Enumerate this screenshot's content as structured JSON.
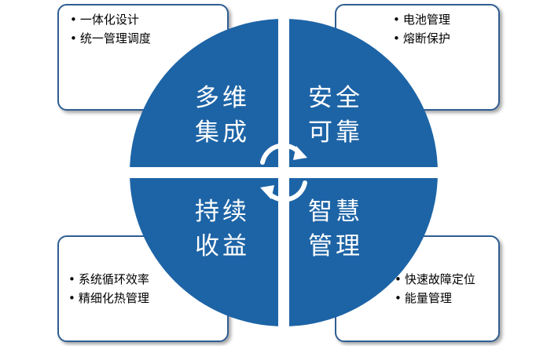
{
  "quadrants": {
    "top_left": {
      "line1": "多维",
      "line2": "集成"
    },
    "top_right": {
      "line1": "安全",
      "line2": "可靠"
    },
    "bottom_left": {
      "line1": "持续",
      "line2": "收益"
    },
    "bottom_right": {
      "line1": "智慧",
      "line2": "管理"
    }
  },
  "boxes": {
    "top_left": [
      "一体化设计",
      "统一管理调度"
    ],
    "top_right": [
      "电池管理",
      "熔断保护"
    ],
    "bottom_left": [
      "系统循环效率",
      "精细化热管理"
    ],
    "bottom_right": [
      "快速故障定位",
      "能量管理"
    ]
  },
  "colors": {
    "circle": "#1d64a6",
    "box_border": "#2f5e93",
    "arrow": "#ffffff"
  },
  "icons": [
    "cycle-arrows-icon"
  ]
}
